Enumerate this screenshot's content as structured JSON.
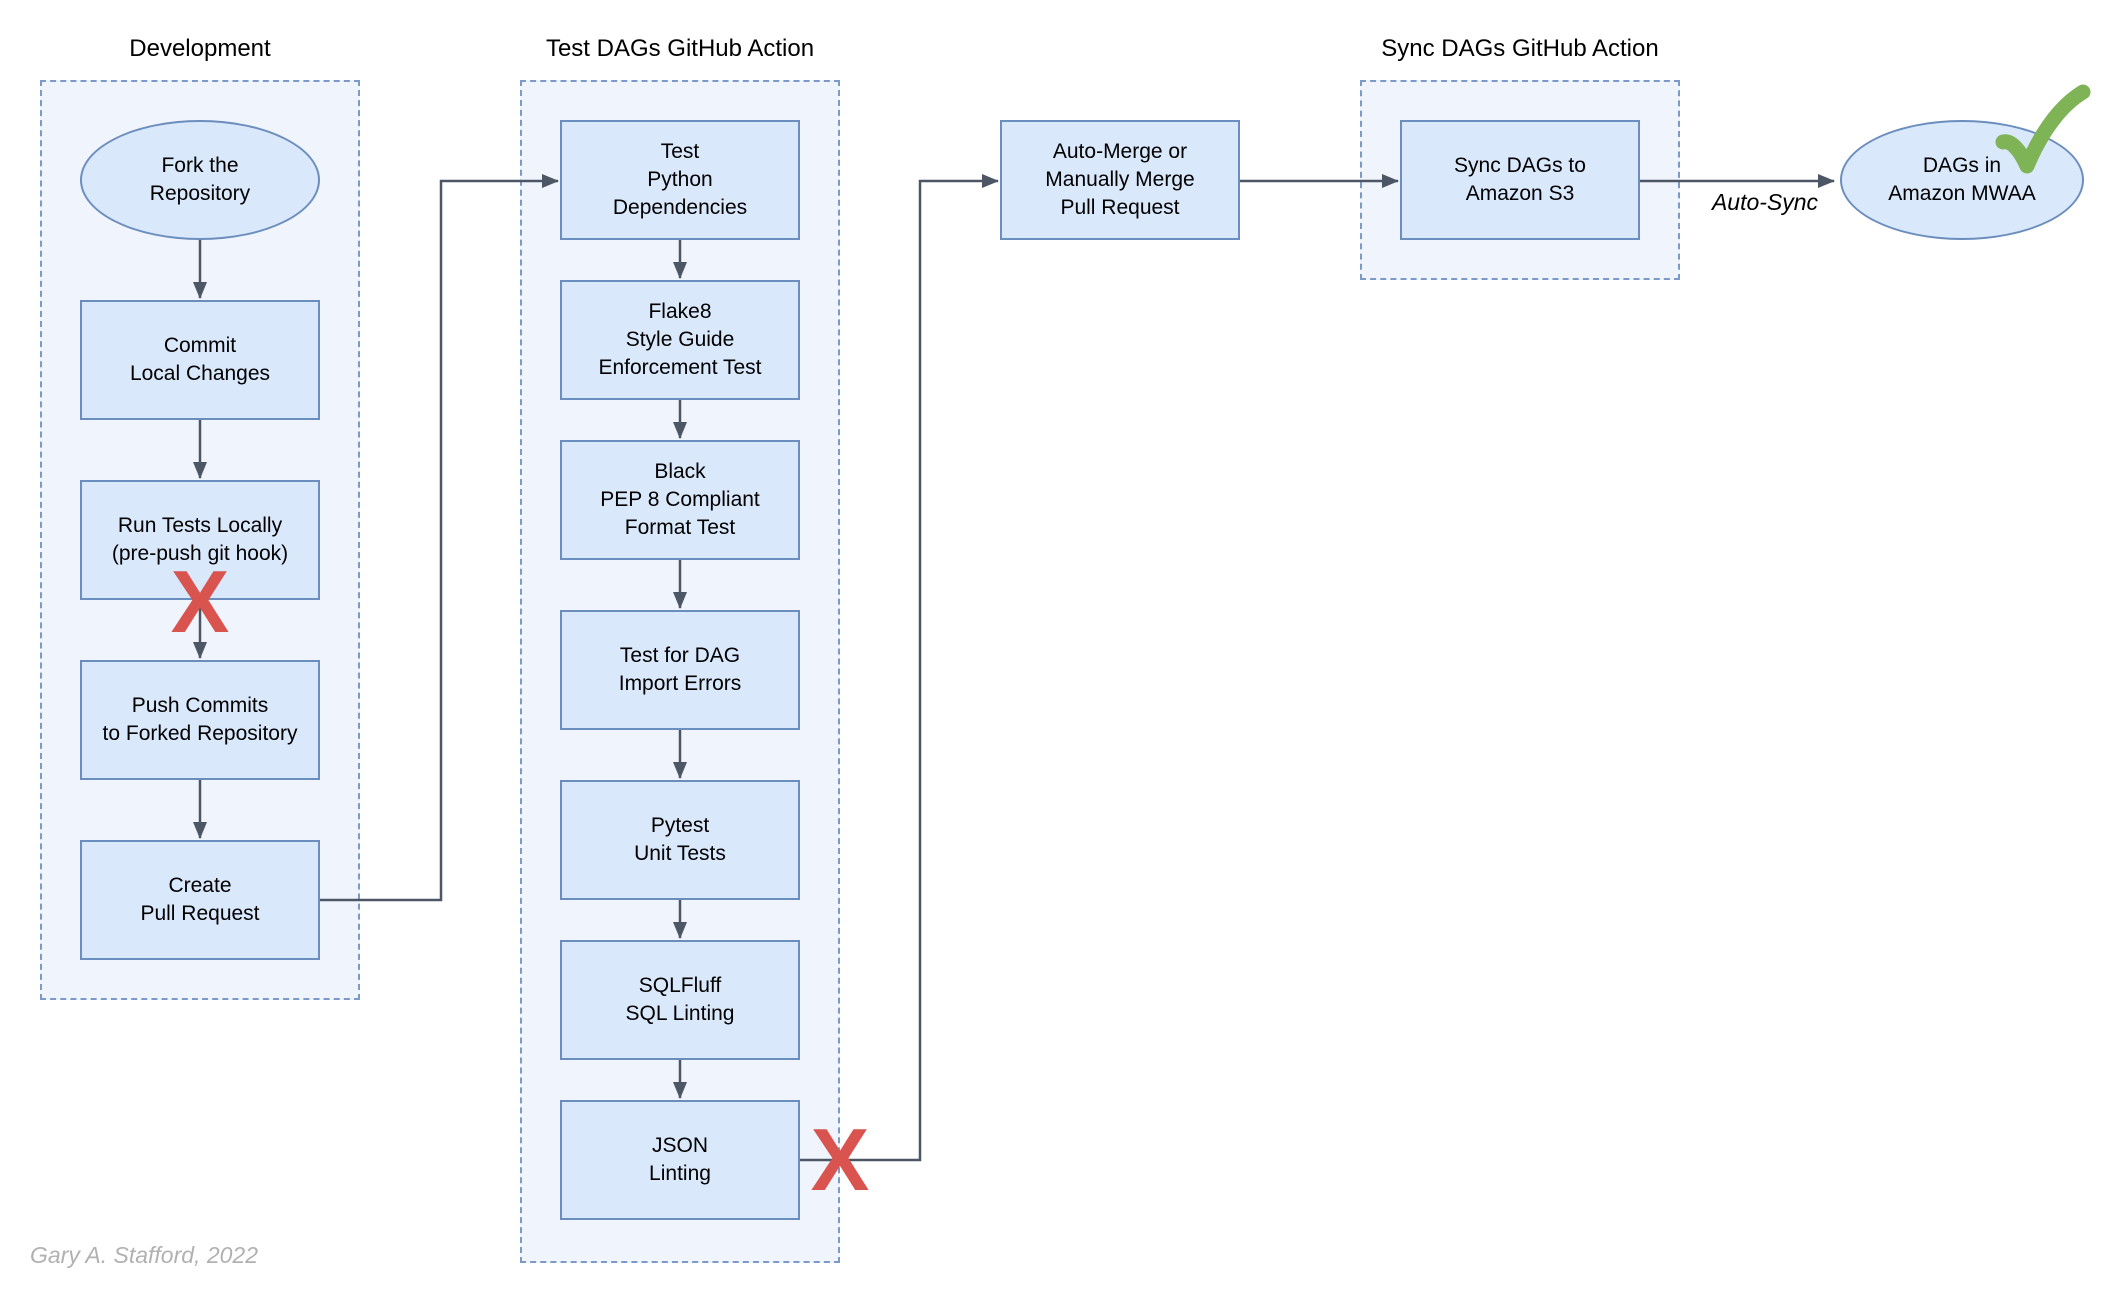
{
  "groups": {
    "development": {
      "title": "Development"
    },
    "test_dags": {
      "title": "Test DAGs GitHub Action"
    },
    "sync_dags": {
      "title": "Sync DAGs GitHub Action"
    }
  },
  "nodes": {
    "fork": {
      "label": "Fork the\nRepository",
      "shape": "ellipse"
    },
    "commit": {
      "label": "Commit\nLocal Changes",
      "shape": "rect"
    },
    "run_tests": {
      "label": "Run Tests Locally\n(pre-push git hook)",
      "shape": "rect"
    },
    "push": {
      "label": "Push Commits\nto Forked Repository",
      "shape": "rect"
    },
    "create_pr": {
      "label": "Create\nPull Request",
      "shape": "rect"
    },
    "test_python_deps": {
      "label": "Test\nPython\nDependencies",
      "shape": "rect"
    },
    "flake8": {
      "label": "Flake8\nStyle Guide\nEnforcement Test",
      "shape": "rect"
    },
    "black": {
      "label": "Black\nPEP 8 Compliant\nFormat Test",
      "shape": "rect"
    },
    "dag_import": {
      "label": "Test for DAG\nImport Errors",
      "shape": "rect"
    },
    "pytest": {
      "label": "Pytest\nUnit Tests",
      "shape": "rect"
    },
    "sqlfluff": {
      "label": "SQLFluff\nSQL Linting",
      "shape": "rect"
    },
    "json_lint": {
      "label": "JSON\nLinting",
      "shape": "rect"
    },
    "auto_merge": {
      "label": "Auto-Merge or\nManually Merge\nPull Request",
      "shape": "rect"
    },
    "sync_s3": {
      "label": "Sync DAGs to\nAmazon S3",
      "shape": "rect"
    },
    "mwaa": {
      "label": "DAGs in\nAmazon MWAA",
      "shape": "ellipse"
    }
  },
  "edge_labels": {
    "auto_sync": "Auto-Sync"
  },
  "markers": {
    "fail_x": "X",
    "success_check": "check"
  },
  "attribution": {
    "text": "Gary A. Stafford, 2022"
  },
  "colors": {
    "node_fill": "#dae8fc",
    "node_border": "#6c8ebf",
    "group_fill": "#f0f4fc",
    "group_border": "#7b99c9",
    "arrow": "#4d5664",
    "fail_red": "#d9534f",
    "success_green": "#7eb356",
    "attribution_gray": "#b1b1b1"
  }
}
